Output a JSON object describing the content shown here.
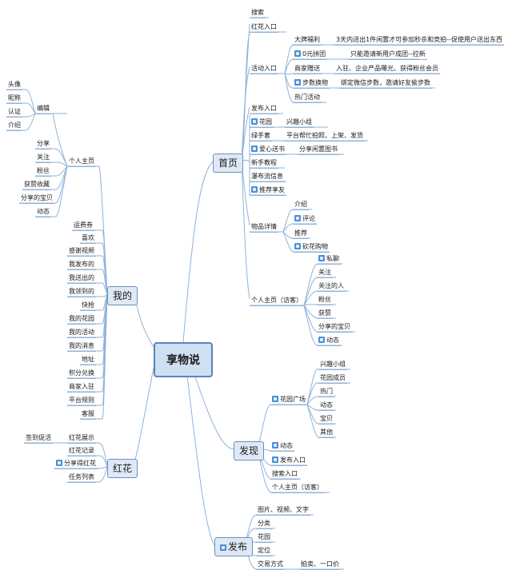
{
  "center": "享物说",
  "branches": {
    "home": {
      "label": "首页",
      "search": "搜索",
      "red_flower_entry": "红花入口",
      "activity_entry": "活动入口",
      "activities": [
        {
          "label": "大牌福利",
          "desc": "3天内送出1件闲置才可参加秒杀和竞拍--促使用户送出东西"
        },
        {
          "label": "0元拼团",
          "desc": "只能邀请新用户成团--拉新"
        },
        {
          "label": "商家赠送",
          "desc": "入驻、企业产品曝光、获得粉丝会员"
        },
        {
          "label": "步数换物",
          "desc": "绑定微信步数，邀请好友偷步数"
        },
        {
          "label": "热门活动",
          "desc": ""
        }
      ],
      "post_entry": "发布入口",
      "garden": "花园",
      "garden_desc": "兴趣小组",
      "green_hand": "绿手套",
      "green_hand_desc": "平台帮忙拍照、上架、发货",
      "love_book": "爱心送书",
      "love_book_desc": "分享闲置图书",
      "novice": "新手教程",
      "waterfall": "瀑布流信息",
      "recommend_friends": "推荐享友",
      "item_detail": "物品详情",
      "item_detail_children": [
        "介绍",
        "评论",
        "推荐",
        "砍花购物"
      ],
      "profile_visitor": "个人主页（访客）",
      "profile_visitor_children": [
        "私聊",
        "关注",
        "关注的人",
        "粉丝",
        "获赞",
        "分享的宝贝",
        "动态"
      ]
    },
    "discover": {
      "label": "发现",
      "garden_square": "花园广场",
      "garden_square_children": [
        "兴趣小组",
        "花园成员",
        "热门",
        "动态",
        "宝贝",
        "其他"
      ],
      "feed": "动态",
      "post_entry": "发布入口",
      "search_entry": "搜索入口",
      "profile_visitor": "个人主页（访客）"
    },
    "publish": {
      "label": "发布",
      "children": [
        "图片、视频、文字",
        "分类",
        "花园",
        "定位",
        "交易方式"
      ],
      "trade_desc": "拍卖、一口价"
    },
    "mine": {
      "label": "我的",
      "profile": "个人主页",
      "edit": "编辑",
      "edit_children": [
        "头像",
        "昵称",
        "认证",
        "介绍"
      ],
      "profile_children": [
        "分享",
        "关注",
        "粉丝",
        "获赞收藏",
        "分享的宝贝",
        "动态"
      ],
      "items": [
        "运费券",
        "喜欢",
        "感谢视频",
        "我发布的",
        "我送出的",
        "我领到的",
        "快抢",
        "我的花园",
        "我的活动",
        "我的消息",
        "地址",
        "积分兑换",
        "商家入驻",
        "平台规则",
        "客服"
      ]
    },
    "red_flower": {
      "label": "红花",
      "display": "红花展示",
      "checkin": "签到促活",
      "record": "红花记录",
      "share_get": "分享得红花",
      "tasks": "任务列表"
    }
  },
  "colors": {
    "line": "#8fb3d9",
    "main_border": "#6a8fc0",
    "main_fill": "#dfe9f6",
    "icon": "#4a90d9"
  }
}
